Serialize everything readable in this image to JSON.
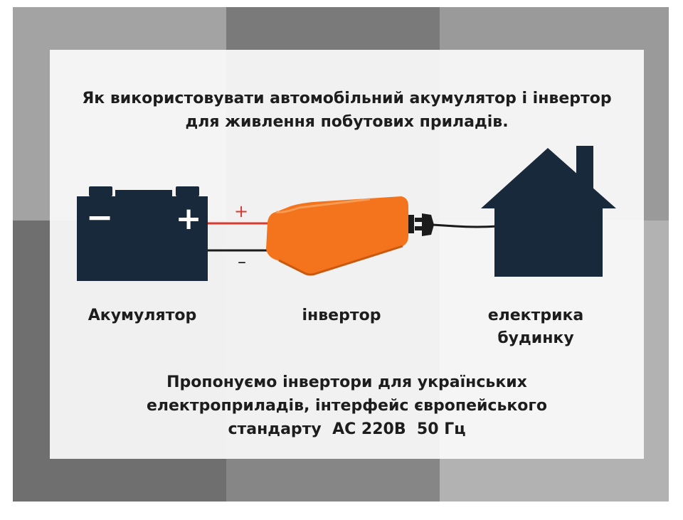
{
  "title_lines": [
    "Як використовувати автомобільний акумулятор і інвертор",
    "для живлення побутових приладів."
  ],
  "labels": {
    "battery": "Акумулятор",
    "inverter": "інвертор",
    "house_line1": "електрика",
    "house_line2": "будинку"
  },
  "battery_terminals": {
    "minus": "−",
    "plus": "+"
  },
  "wire_signs": {
    "plus": "+",
    "minus": "–"
  },
  "footer_lines": [
    "Пропонуємо інвертори для українських",
    "електроприладів, інтерфейс європейського",
    "стандарту  AC 220B  50 Гц"
  ],
  "colors": {
    "dark_navy": "#17293a",
    "inverter_orange": "#f4731d",
    "wire_red": "#d93a2f",
    "wire_black": "#1b1b1b"
  }
}
